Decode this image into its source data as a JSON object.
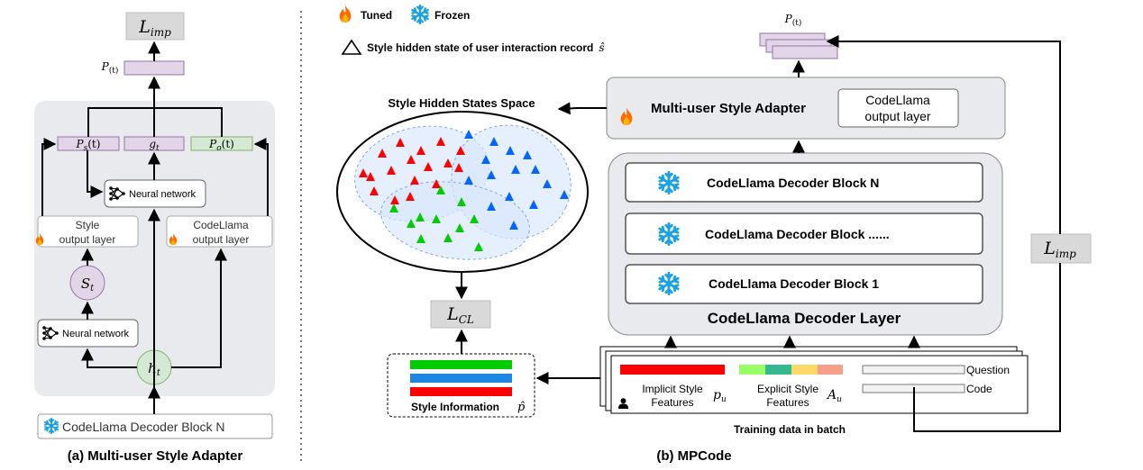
{
  "left_panel": {
    "caption": "(a) Multi-user Style Adapter",
    "loss_label": "L",
    "loss_sub": "imp",
    "prob_label": "P",
    "prob_sub": "(t)",
    "ps_label": "P",
    "ps_sub": "s",
    "ps_arg": "(t)",
    "g_label": "g",
    "g_sub": "t",
    "po_label": "P",
    "po_sub": "o",
    "po_arg": "(t)",
    "neural_network_top": "Neural network",
    "style_output_line1": "Style",
    "style_output_line2": "output layer",
    "codellama_output_line1": "CodeLlama",
    "codellama_output_line2": "output layer",
    "s_label": "S",
    "s_sub": "t",
    "neural_network_bottom": "Neural network",
    "h_label": "h",
    "h_sub": "t",
    "decoder_block": "CodeLlama Decoder Block N"
  },
  "legend": {
    "tuned": "Tuned",
    "frozen": "Frozen",
    "style_hidden_state": "Style hidden state of user interaction record",
    "style_hidden_state_symbol": "ŝ"
  },
  "right_panel": {
    "caption": "(b) MPCode",
    "style_space_title": "Style Hidden States Space",
    "loss_cl": "L",
    "loss_cl_sub": "CL",
    "style_information": "Style Information",
    "style_information_symbol": "p̂",
    "prob_label": "P",
    "prob_sub": "(t)",
    "adapter_title": "Multi-user Style Adapter",
    "adapter_output_line1": "CodeLlama",
    "adapter_output_line2": "output layer",
    "decoder_block_n": "CodeLlama Decoder Block N",
    "decoder_block_mid": "CodeLlama Decoder Block ......",
    "decoder_block_1": "CodeLlama Decoder Block 1",
    "decoder_layer_title": "CodeLlama Decoder Layer",
    "loss_imp": "L",
    "loss_imp_sub": "imp",
    "implicit_line1": "Implicit Style",
    "implicit_line2": "Features",
    "implicit_symbol": "p",
    "implicit_symbol_sub": "u",
    "explicit_line1": "Explicit Style",
    "explicit_line2": "Features",
    "explicit_symbol": "A",
    "explicit_symbol_sub": "u",
    "question": "Question",
    "code": "Code",
    "batch_caption": "Training data in batch"
  },
  "colors": {
    "panel_gray": "#e8eaee",
    "box_gray": "#d9d9d9",
    "purple": "#e1d5e7",
    "purple_border": "#9673a6",
    "green": "#d5e8d4",
    "green_border": "#82b366",
    "red": "#ff0000",
    "blue": "#0066ff",
    "triangle_green": "#00cc00",
    "snowflake": "#1ba1e2",
    "flame": "#ff6a00"
  }
}
